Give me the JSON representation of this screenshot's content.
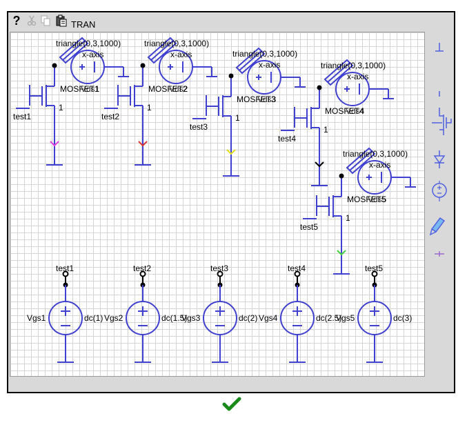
{
  "toolbar": {
    "help_icon": "question-mark",
    "cut_icon": "scissors",
    "copy_icon": "copy",
    "paste_icon": "clipboard",
    "mode_label": "TRAN"
  },
  "colors": {
    "wire": "#4040d0",
    "probe1": "#e040e0",
    "probe2": "#e03030",
    "probe3": "#e0e020",
    "probe4": "#000000",
    "probe5": "#40d040",
    "check": "#1a8a1a"
  },
  "schematic": {
    "mosfets": [
      {
        "name": "MOSFET1",
        "vds": "Vds1",
        "source_label": "1",
        "gate_net": "test1",
        "probe": {
          "xaxis": "x-axis",
          "signal": "triangle(0,3,1000)"
        }
      },
      {
        "name": "MOSFET2",
        "vds": "Vds2",
        "source_label": "1",
        "gate_net": "test2",
        "probe": {
          "xaxis": "x-axis",
          "signal": "triangle(0,3,1000)"
        }
      },
      {
        "name": "MOSFET3",
        "vds": "Vds3",
        "source_label": "1",
        "gate_net": "test3",
        "probe": {
          "xaxis": "x-axis",
          "signal": "triangle(0,3,1000)"
        }
      },
      {
        "name": "MOSFET4",
        "vds": "Vds4",
        "source_label": "1",
        "gate_net": "test4",
        "probe": {
          "xaxis": "x-axis",
          "signal": "triangle(0,3,1000)"
        }
      },
      {
        "name": "MOSFET5",
        "vds": "Vds5",
        "source_label": "1",
        "gate_net": "test5",
        "probe": {
          "xaxis": "x-axis",
          "signal": "triangle(0,3,1000)"
        }
      }
    ],
    "sources": [
      {
        "name": "Vgs1",
        "value": "dc(1)",
        "net": "test1"
      },
      {
        "name": "Vgs2",
        "value": "dc(1.5)",
        "net": "test2"
      },
      {
        "name": "Vgs3",
        "value": "dc(2)",
        "net": "test3"
      },
      {
        "name": "Vgs4",
        "value": "dc(2.5)",
        "net": "test4"
      },
      {
        "name": "Vgs5",
        "value": "dc(3)",
        "net": "test5"
      }
    ]
  },
  "palette": [
    {
      "name": "ground-tool-icon"
    },
    {
      "name": "wire-tool-icon"
    },
    {
      "name": "mosfet-tool-icon"
    },
    {
      "name": "diode-tool-icon"
    },
    {
      "name": "voltage-source-tool-icon"
    },
    {
      "name": "probe-pen-tool-icon"
    },
    {
      "name": "label-tool-icon"
    }
  ],
  "status": {
    "check_icon": "checkmark"
  }
}
